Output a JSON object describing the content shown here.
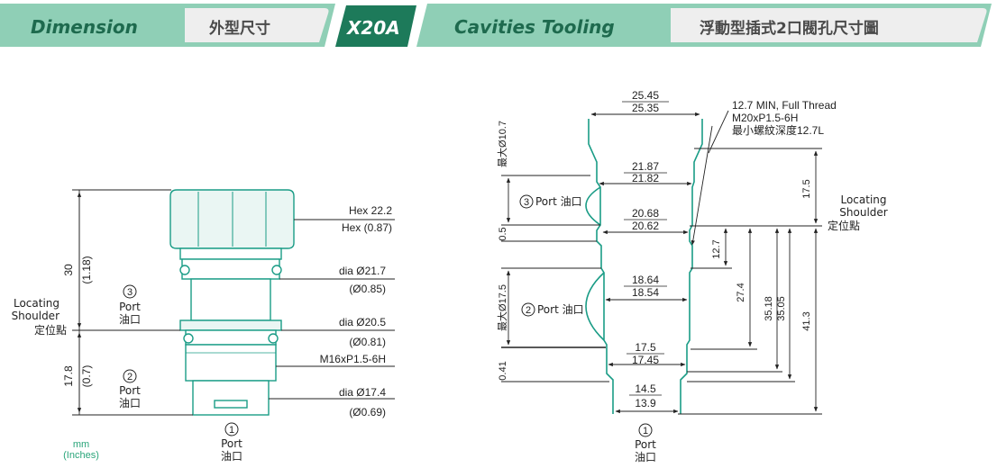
{
  "header": {
    "tab_dimension_en": "Dimension",
    "tab_dimension_zh": "外型尺寸",
    "model": "X20A",
    "tab_cavity_en": "Cavities Tooling",
    "tab_cavity_zh": "浮動型插式2口閥孔尺寸圖",
    "colors": {
      "dark_green": "#1e6a4e",
      "badge_green": "#1d7a5a",
      "tab_green": "#8fcfb6",
      "tab_grey": "#eeeeee"
    }
  },
  "valve": {
    "hex_mm": "Hex  22.2",
    "hex_in": "Hex  (0.87)",
    "dia1_mm": "dia  Ø21.7",
    "dia1_in": "(Ø0.85)",
    "dia2_mm": "dia  Ø20.5",
    "dia2_in": "(Ø0.81)",
    "thread": "M16xP1.5-6H",
    "dia3_mm": "dia  Ø17.4",
    "dia3_in": "(Ø0.69)",
    "h_top_mm": "30",
    "h_top_in": "(1.18)",
    "h_bot_mm": "17.8",
    "h_bot_in": "(0.7)",
    "shoulder_en1": "Locating",
    "shoulder_en2": "Shoulder",
    "shoulder_zh": "定位點",
    "port3_num": "3",
    "port3_en": "Port",
    "port3_zh": "油口",
    "port2_num": "2",
    "port2_en": "Port",
    "port2_zh": "油口",
    "port1_num": "1",
    "port1_en": "Port",
    "port1_zh": "油口",
    "units_mm": "mm",
    "units_in": "(Inches)"
  },
  "cavity": {
    "w_top_a": "25.45",
    "w_top_b": "25.35",
    "w2_a": "21.87",
    "w2_b": "21.82",
    "w3_a": "20.68",
    "w3_b": "20.62",
    "w4_a": "18.64",
    "w4_b": "18.54",
    "w5_a": "17.5",
    "w5_b": "17.45",
    "w6_a": "14.5",
    "w6_b": "13.9",
    "thread1": "12.7 MIN, Full Thread",
    "thread2": "M20xP1.5-6H",
    "thread3": "最小螺紋深度12.7L",
    "max_d107": "最大Ø10.7",
    "max_d175": "最大Ø17.5",
    "v05": "0.5",
    "v041": "0.41",
    "v175": "17.5",
    "v127": "12.7",
    "v274": "27.4",
    "v3518": "35.18",
    "v3505": "35.05",
    "v413": "41.3",
    "shoulder_en1": "Locating",
    "shoulder_en2": "Shoulder",
    "shoulder_zh": "定位點",
    "port3_num": "3",
    "port3_label": "Port 油口",
    "port2_num": "2",
    "port2_label": "Port 油口",
    "port1_num": "1",
    "port1_en": "Port",
    "port1_zh": "油口"
  }
}
